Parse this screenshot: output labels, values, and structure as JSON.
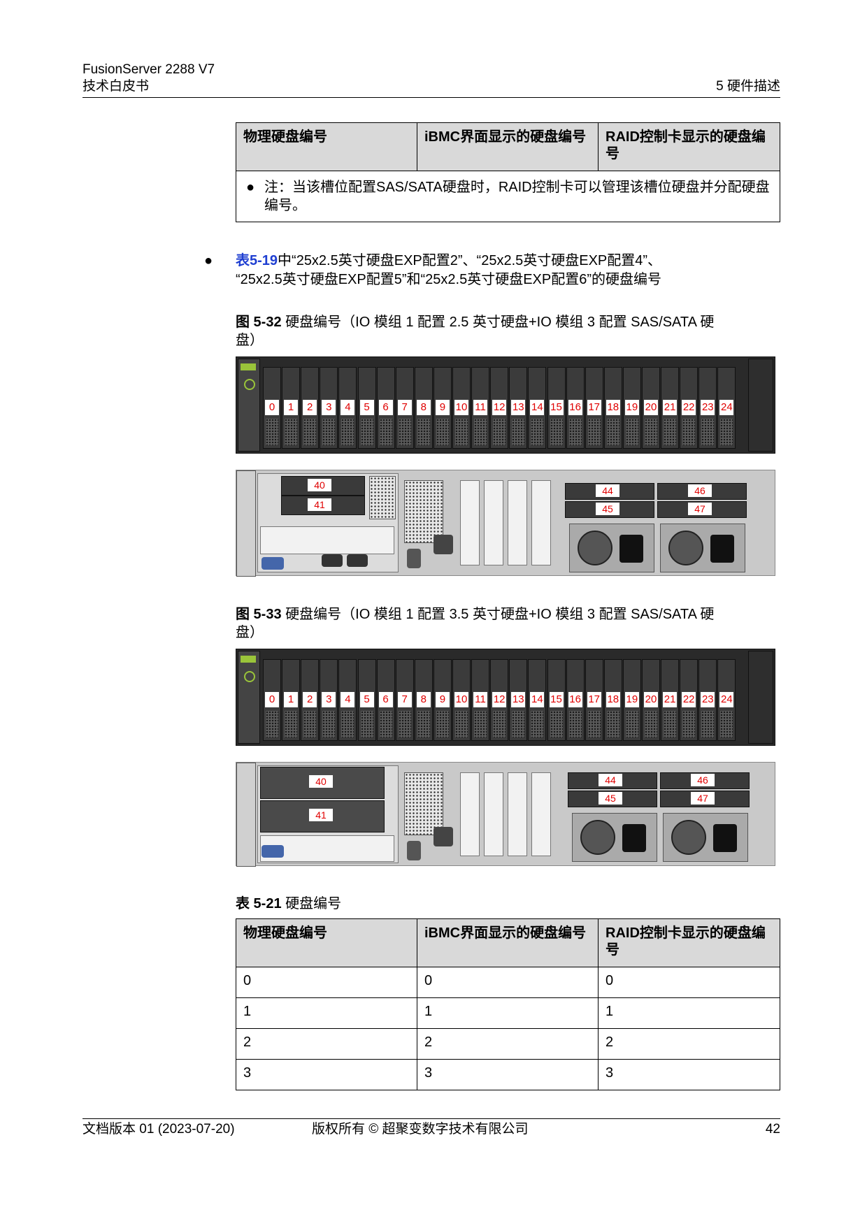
{
  "header": {
    "product": "FusionServer 2288 V7",
    "doc_type": "技术白皮书",
    "chapter": "5 硬件描述"
  },
  "top_table": {
    "headers": [
      "物理硬盘编号",
      "iBMC界面显示的硬盘编号",
      "RAID控制卡显示的硬盘编号"
    ],
    "note": "注：当该槽位配置SAS/SATA硬盘时，RAID控制卡可以管理该槽位硬盘并分配硬盘编号。"
  },
  "bullet": {
    "link": "表5-19",
    "text_line1": "中“25x2.5英寸硬盘EXP配置2”、“25x2.5英寸硬盘EXP配置4”、",
    "text_line2": "“25x2.5英寸硬盘EXP配置5”和“25x2.5英寸硬盘EXP配置6”的硬盘编号"
  },
  "figure1": {
    "label": "图 5-32",
    "caption_line1": "硬盘编号（IO 模组 1 配置 2.5 英寸硬盘+IO 模组 3 配置 SAS/SATA 硬",
    "caption_line2": "盘）",
    "front_bays": [
      "0",
      "1",
      "2",
      "3",
      "4",
      "5",
      "6",
      "7",
      "8",
      "9",
      "10",
      "11",
      "12",
      "13",
      "14",
      "15",
      "16",
      "17",
      "18",
      "19",
      "20",
      "21",
      "22",
      "23",
      "24"
    ],
    "rear_left": [
      "40",
      "41"
    ],
    "rear_right": [
      "44",
      "46",
      "45",
      "47"
    ]
  },
  "figure2": {
    "label": "图 5-33",
    "caption_line1": "硬盘编号（IO 模组 1 配置 3.5 英寸硬盘+IO 模组 3 配置 SAS/SATA 硬",
    "caption_line2": "盘）",
    "front_bays": [
      "0",
      "1",
      "2",
      "3",
      "4",
      "5",
      "6",
      "7",
      "8",
      "9",
      "10",
      "11",
      "12",
      "13",
      "14",
      "15",
      "16",
      "17",
      "18",
      "19",
      "20",
      "21",
      "22",
      "23",
      "24"
    ],
    "rear_left": [
      "40",
      "41"
    ],
    "rear_right": [
      "44",
      "46",
      "45",
      "47"
    ]
  },
  "table_caption": {
    "label": "表 5-21",
    "title": "硬盘编号"
  },
  "bottom_table": {
    "headers": [
      "物理硬盘编号",
      "iBMC界面显示的硬盘编号",
      "RAID控制卡显示的硬盘编号"
    ],
    "rows": [
      [
        "0",
        "0",
        "0"
      ],
      [
        "1",
        "1",
        "1"
      ],
      [
        "2",
        "2",
        "2"
      ],
      [
        "3",
        "3",
        "3"
      ]
    ]
  },
  "footer": {
    "version": "文档版本 01 (2023-07-20)",
    "copyright": "版权所有 © 超聚变数字技术有限公司",
    "page": "42"
  },
  "colors": {
    "label_red": "#e00000",
    "link_blue": "#1f3fd1",
    "header_gray": "#d9d9d9"
  }
}
